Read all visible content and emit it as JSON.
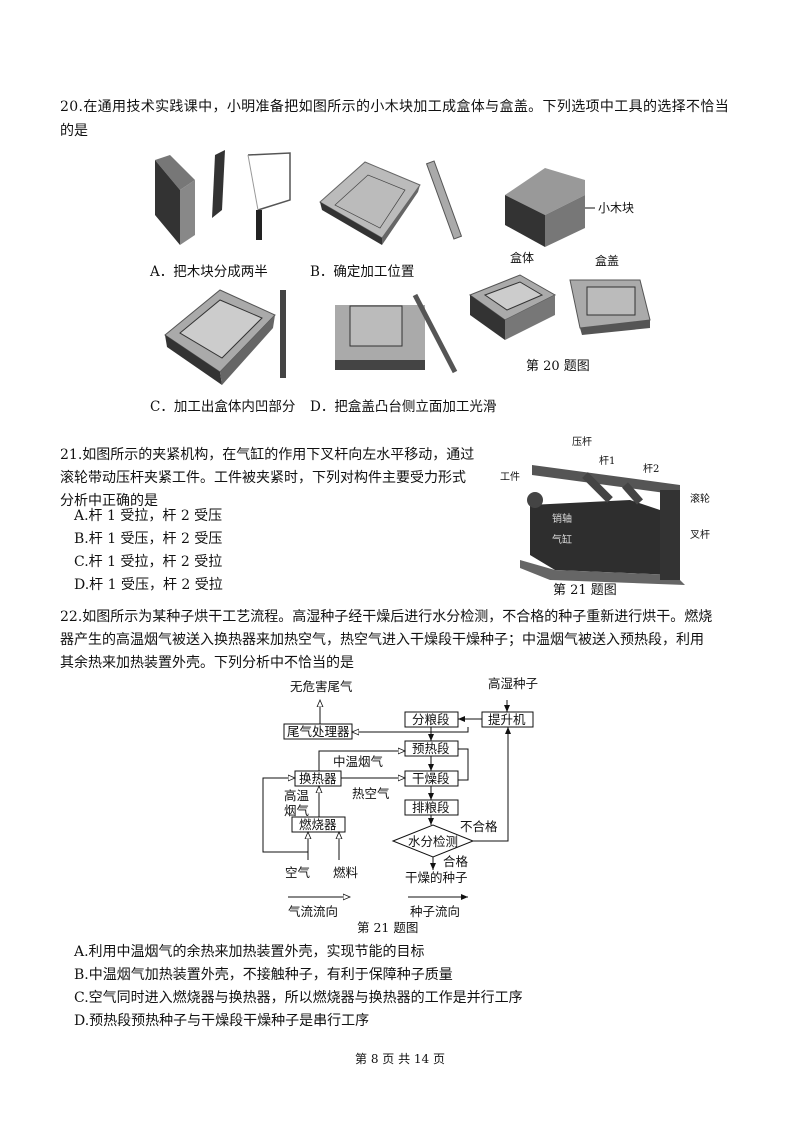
{
  "q20": {
    "stem": [
      "20.在通用技术实践课中，小明准备把如图所示的小木块加工成盒体与盒盖。下列选项中工具的选择不恰当",
      "的是"
    ],
    "options": {
      "A": "A．把木块分成两半",
      "B": "B．确定加工位置",
      "C": "C．加工出盒体内凹部分",
      "D": "D．把盒盖凸台侧立面加工光滑"
    },
    "figure_labels": {
      "block": "小木块",
      "box_body": "盒体",
      "box_lid": "盒盖"
    },
    "caption": "第 20 题图"
  },
  "q21": {
    "stem": [
      "21.如图所示的夹紧机构，在气缸的作用下叉杆向左水平移动，通过",
      "滚轮带动压杆夹紧工件。工件被夹紧时，下列对构件主要受力形式",
      "分析中正确的是"
    ],
    "options": [
      "A.杆 1 受拉，杆 2 受压",
      "B.杆 1 受压，杆 2 受压",
      "C.杆 1 受拉，杆 2 受拉",
      "D.杆 1 受压，杆 2 受拉"
    ],
    "figure_labels": {
      "press_bar": "压杆",
      "bar1": "杆1",
      "bar2": "杆2",
      "workpiece": "工件",
      "roller": "滚轮",
      "pin": "销轴",
      "cylinder": "气缸",
      "fork": "叉杆"
    },
    "caption": "第 21 题图"
  },
  "q22": {
    "stem": [
      "22.如图所示为某种子烘干工艺流程。高湿种子经干燥后进行水分检测，不合格的种子重新进行烘干。燃烧",
      "器产生的高温烟气被送入换热器来加热空气，热空气进入干燥段干燥种子；中温烟气被送入预热段，利用",
      "其余热来加热装置外壳。下列分析中不恰当的是"
    ],
    "flow": {
      "harmless_exhaust": "无危害尾气",
      "exhaust_processor": "尾气处理器",
      "grain_split": "分粮段",
      "elevator": "提升机",
      "wet_seeds": "高湿种子",
      "preheat": "预热段",
      "mid_temp_gas": "中温烟气",
      "heat_exchanger": "换热器",
      "drying": "干燥段",
      "high_temp_1": "高温",
      "high_temp_2": "烟气",
      "hot_air": "热空气",
      "grain_discharge": "排粮段",
      "burner": "燃烧器",
      "moisture_check": "水分检测",
      "fail": "不合格",
      "pass": "合格",
      "dried_seeds": "干燥的种子",
      "air": "空气",
      "fuel": "燃料",
      "legend_air": "气流流向",
      "legend_seed": "种子流向"
    },
    "caption": "第 21 题图",
    "options": [
      "A.利用中温烟气的余热来加热装置外壳，实现节能的目标",
      "B.中温烟气加热装置外壳，不接触种子，有利于保障种子质量",
      "C.空气同时进入燃烧器与换热器，所以燃烧器与换热器的工作是并行工序",
      "D.预热段预热种子与干燥段干燥种子是串行工序"
    ]
  },
  "footer": "第 8 页 共 14 页"
}
